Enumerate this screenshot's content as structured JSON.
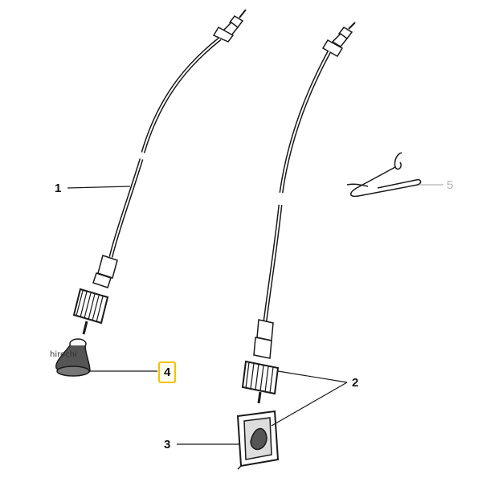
{
  "watermark": "hirochi",
  "callouts": [
    {
      "id": "1",
      "label": "1",
      "highlighted": false,
      "dim": false
    },
    {
      "id": "2",
      "label": "2",
      "highlighted": false,
      "dim": false
    },
    {
      "id": "3",
      "label": "3",
      "highlighted": false,
      "dim": false
    },
    {
      "id": "4",
      "label": "4",
      "highlighted": true,
      "dim": false
    },
    {
      "id": "5",
      "label": "5",
      "highlighted": false,
      "dim": true
    }
  ],
  "colors": {
    "line": "#1a1a1a",
    "highlight_border": "#f2c200",
    "dim_label": "#b5b5b5"
  }
}
